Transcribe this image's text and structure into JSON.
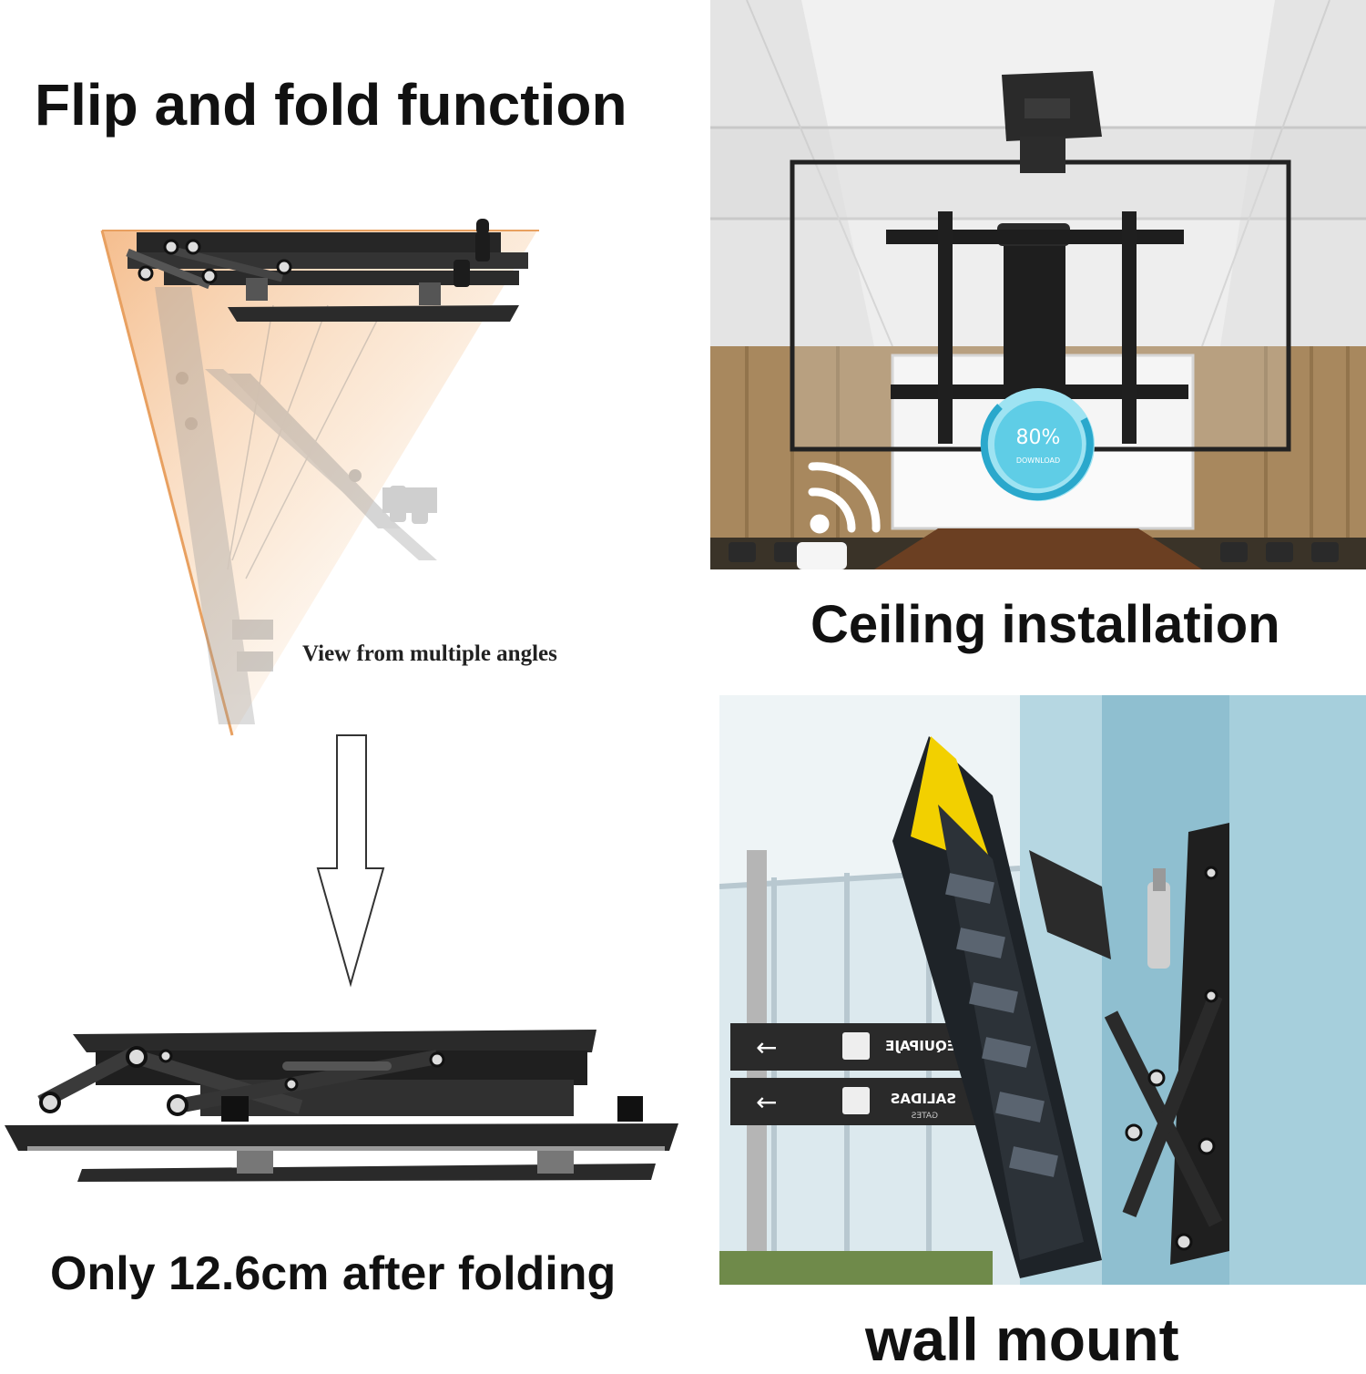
{
  "headings": {
    "flip_fold": "Flip and fold function",
    "angles": "View from multiple angles",
    "ceiling": "Ceiling installation",
    "folded": "Only 12.6cm after folding",
    "wall": "wall mount"
  },
  "screen": {
    "percent": "80%",
    "sub": "DOWNLOAD"
  },
  "signs": {
    "upper": "EQUIPAJE",
    "lower": "SALIDAS",
    "lower_sub": "GATES"
  },
  "colors": {
    "accent_orange": "#e8a060",
    "bracket_black": "#262626",
    "wall_blue": "#9ec8d8",
    "screen_cyan": "#3fc3e0",
    "sign_yellow": "#f2d000"
  }
}
